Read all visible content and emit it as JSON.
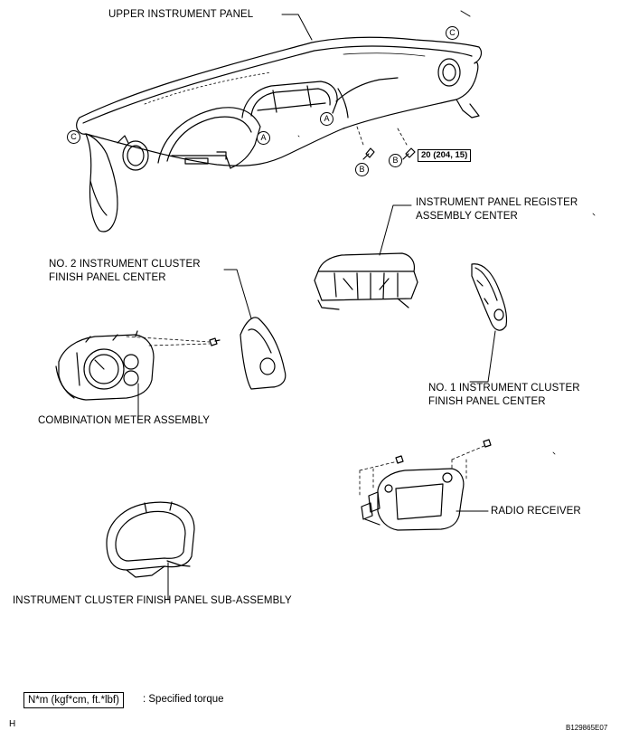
{
  "labels": {
    "upper_panel": "UPPER INSTRUMENT PANEL",
    "register_line1": "INSTRUMENT PANEL REGISTER",
    "register_line2": "ASSEMBLY CENTER",
    "no2_line1": "NO. 2 INSTRUMENT CLUSTER",
    "no2_line2": "FINISH PANEL CENTER",
    "no1_line1": "NO. 1 INSTRUMENT CLUSTER",
    "no1_line2": "FINISH PANEL CENTER",
    "meter": "COMBINATION METER ASSEMBLY",
    "radio": "RADIO RECEIVER",
    "finish_sub": "INSTRUMENT CLUSTER FINISH PANEL SUB-ASSEMBLY"
  },
  "markers": {
    "a": "A",
    "b": "B",
    "c": "C"
  },
  "torque": "20 (204, 15)",
  "legend": {
    "box": "N*m (kgf*cm, ft.*lbf)",
    "text": ": Specified torque"
  },
  "footer": {
    "left": "H",
    "right": "B129865E07"
  }
}
